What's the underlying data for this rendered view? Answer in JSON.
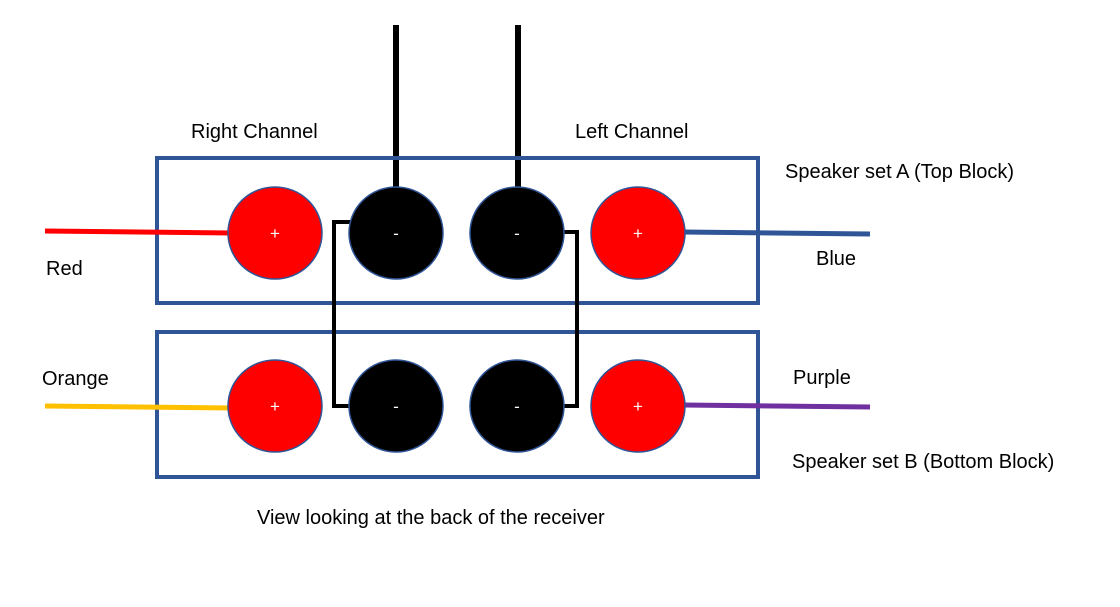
{
  "labels": {
    "right_channel": "Right Channel",
    "left_channel": "Left Channel",
    "speaker_set_a": "Speaker set A (Top Block)",
    "speaker_set_b": "Speaker set B (Bottom Block)",
    "caption": "View looking at the back of the receiver"
  },
  "wires": {
    "red": "Red",
    "blue": "Blue",
    "orange": "Orange",
    "purple": "Purple"
  },
  "terminals": {
    "plus": "+",
    "minus": "-"
  },
  "colors": {
    "block_border": "#2f5597",
    "positive_terminal": "#ff0000",
    "negative_terminal": "#000000",
    "red_wire": "#ff0000",
    "blue_wire": "#2f5597",
    "orange_wire": "#ffc000",
    "purple_wire": "#7030a0",
    "jumper_wire": "#000000"
  }
}
